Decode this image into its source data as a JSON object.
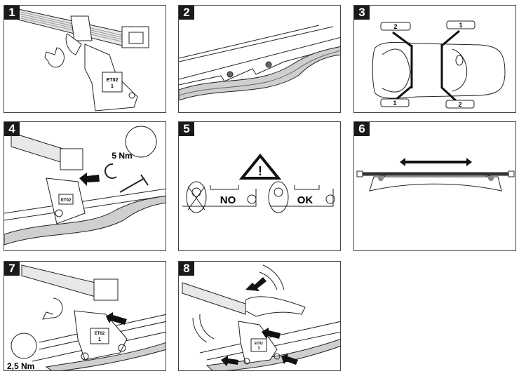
{
  "title": "Roof rack installation instructions",
  "colors": {
    "ink": "#1a1a1a",
    "frame": "#444444",
    "gasket": "#cfcfcf"
  },
  "panels": [
    {
      "step": "1",
      "description": "Roof bar foot with ET02 pad, rotate lever"
    },
    {
      "step": "2",
      "description": "Roof gutter with two fixing points"
    },
    {
      "step": "3",
      "description": "Top view of car with bar positions"
    },
    {
      "step": "4",
      "description": "Attach foot and tighten with key"
    },
    {
      "step": "5",
      "description": "Correct vs incorrect clamp placement"
    },
    {
      "step": "6",
      "description": "Center the bar on the roof"
    },
    {
      "step": "7",
      "description": "Close lever and tighten"
    },
    {
      "step": "8",
      "description": "Check bar is firmly seated"
    }
  ],
  "step1": {
    "pad_label": "ET02",
    "pad_sub": "1"
  },
  "step3": {
    "labels": [
      "2",
      "1",
      "1",
      "2"
    ]
  },
  "step4": {
    "torque": "5 Nm",
    "pad_label": "ET02"
  },
  "step5": {
    "wrong": "NO",
    "right": "OK",
    "warning_icon": "warning-triangle"
  },
  "step7": {
    "torque": "2,5 Nm",
    "pad_label": "ET02",
    "pad_sub": "1"
  },
  "step8": {
    "pad_label": "ET02",
    "pad_sub": "1"
  }
}
